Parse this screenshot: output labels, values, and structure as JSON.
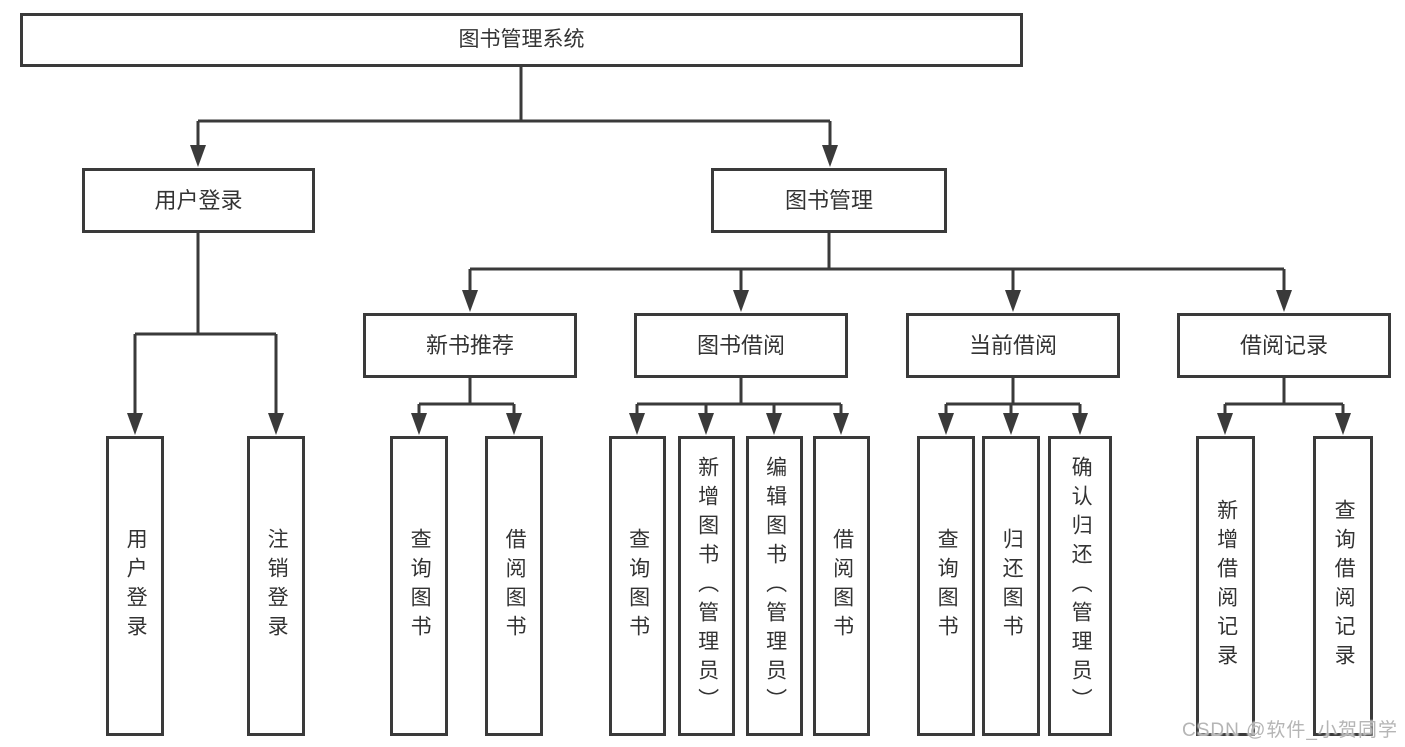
{
  "colors": {
    "line": "#3a3a3a",
    "text": "#333333",
    "box_bg": "#ffffff",
    "watermark": "#b5b5b5"
  },
  "tree": {
    "root": {
      "label": "图书管理系统"
    },
    "branches": [
      {
        "label": "用户登录",
        "children": [
          {
            "label": "用户登录"
          },
          {
            "label": "注销登录"
          }
        ]
      },
      {
        "label": "图书管理",
        "children": [
          {
            "label": "新书推荐",
            "children": [
              {
                "label": "查询图书"
              },
              {
                "label": "借阅图书"
              }
            ]
          },
          {
            "label": "图书借阅",
            "children": [
              {
                "label": "查询图书"
              },
              {
                "label": "新增图书（管理员）"
              },
              {
                "label": "编辑图书（管理员）"
              },
              {
                "label": "借阅图书"
              }
            ]
          },
          {
            "label": "当前借阅",
            "children": [
              {
                "label": "查询图书"
              },
              {
                "label": "归还图书"
              },
              {
                "label": "确认归还（管理员）"
              }
            ]
          },
          {
            "label": "借阅记录",
            "children": [
              {
                "label": "新增借阅记录"
              },
              {
                "label": "查询借阅记录"
              }
            ]
          }
        ]
      }
    ]
  },
  "watermark": "CSDN @软件_小贺同学"
}
